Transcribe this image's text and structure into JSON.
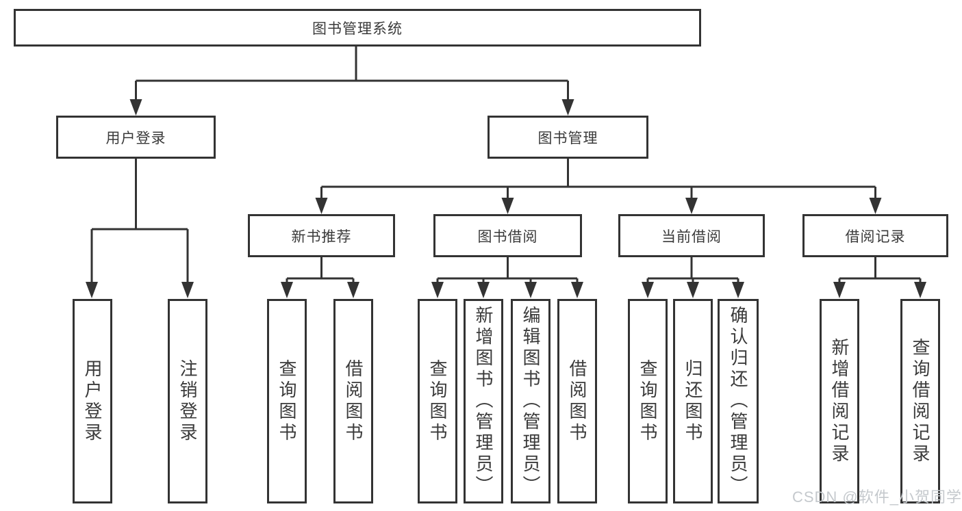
{
  "diagram": {
    "root": {
      "label": "图书管理系统"
    },
    "branches": [
      {
        "label": "用户登录",
        "children": [
          {
            "label": "用户登录"
          },
          {
            "label": "注销登录"
          }
        ]
      },
      {
        "label": "图书管理",
        "sections": [
          {
            "label": "新书推荐",
            "children": [
              {
                "label": "查询图书"
              },
              {
                "label": "借阅图书"
              }
            ]
          },
          {
            "label": "图书借阅",
            "children": [
              {
                "label": "查询图书"
              },
              {
                "label": "新增图书（管理员）"
              },
              {
                "label": "编辑图书（管理员）"
              },
              {
                "label": "借阅图书"
              }
            ]
          },
          {
            "label": "当前借阅",
            "children": [
              {
                "label": "查询图书"
              },
              {
                "label": "归还图书"
              },
              {
                "label": "确认归还（管理员）"
              }
            ]
          },
          {
            "label": "借阅记录",
            "children": [
              {
                "label": "新增借阅记录"
              },
              {
                "label": "查询借阅记录"
              }
            ]
          }
        ]
      }
    ]
  },
  "watermark": {
    "text": "CSDN @软件_小贺同学"
  },
  "colors": {
    "line": "#333333",
    "text": "#3a3a3a",
    "box_background": "#ffffff",
    "page_background": "#ffffff",
    "watermark": "#c5c9cd"
  }
}
